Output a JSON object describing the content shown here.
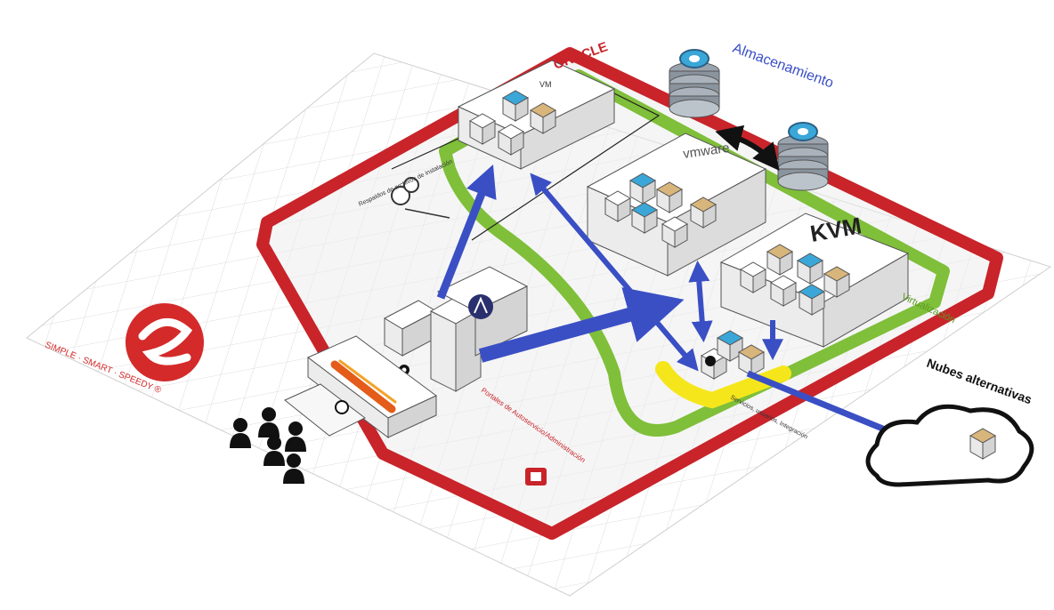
{
  "labels": {
    "storage": "Almacenamiento",
    "oracle": "ORACLE",
    "oracle_vm": "VM",
    "vmware": "vmware",
    "kvm": "KVM",
    "alt_clouds": "Nubes alternativas",
    "green_ring": "Virtualización",
    "portal": "Portales de Autoservicio/Administración",
    "backup_note": "Respaldos de archivos de instalación",
    "brand_sub": "SIMPLE · SMART · SPEEDY ®",
    "lower_note": "Servicios, usuarios, Integración"
  },
  "colors": {
    "platform_red": "#c8242a",
    "network_green": "#7fbf3a",
    "arrow_blue": "#3a4fc4",
    "highlight_yellow": "#f5e61c",
    "grid_line": "#d9d9d9",
    "block_face": "#f7f7f7",
    "vm_icon_blue": "#3aa7d8",
    "vm_icon_tan": "#d8b57a",
    "logo_red": "#d42a2a"
  },
  "icons": [
    "database-icon",
    "cloud-icon",
    "users-icon",
    "hypervisor-block-icon",
    "server-icon",
    "firewall-icon",
    "brand-logo-icon",
    "openstack-logo-icon"
  ]
}
